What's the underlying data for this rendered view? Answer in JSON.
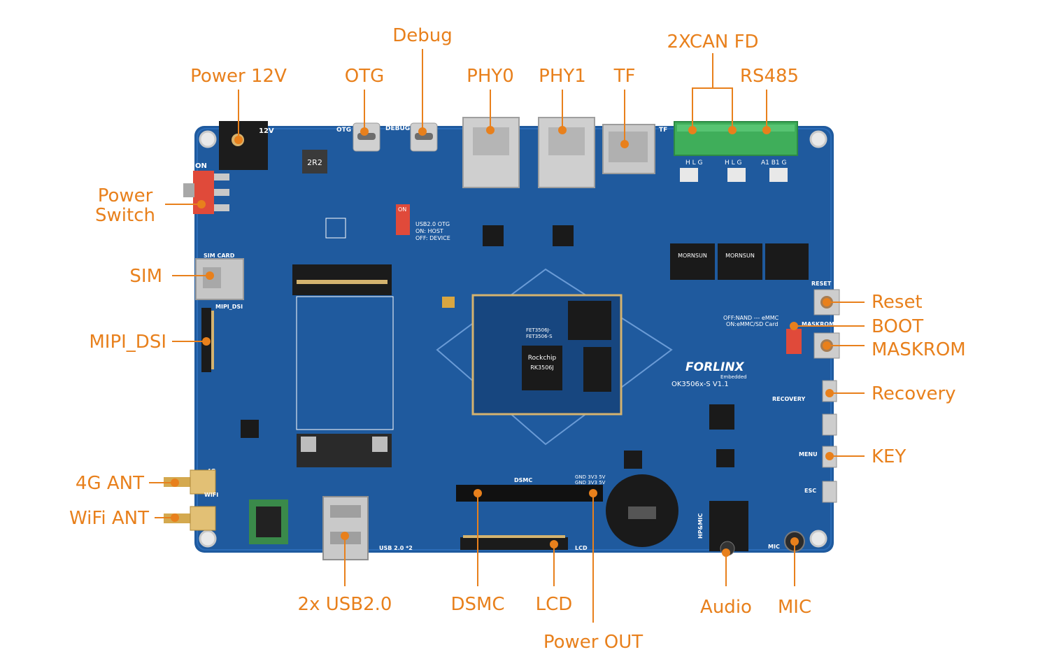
{
  "colors": {
    "label": "#e8801c",
    "board": "#1f5a9e",
    "board_dark": "#143f74",
    "connector_green": "#3fae5a",
    "chip": "#1a1a1a"
  },
  "labels": {
    "power12v": "Power 12V",
    "debug": "Debug",
    "otg": "OTG",
    "phy0": "PHY0",
    "phy1": "PHY1",
    "tf": "TF",
    "can": "2XCAN FD",
    "rs485": "RS485",
    "power_switch_1": "Power",
    "power_switch_2": "Switch",
    "sim": "SIM",
    "mipi_dsi": "MIPI_DSI",
    "ant_4g": "4G ANT",
    "ant_wifi": "WiFi ANT",
    "usb": "2x USB2.0",
    "dsmc": "DSMC",
    "lcd": "LCD",
    "power_out": "Power OUT",
    "audio": "Audio",
    "mic": "MIC",
    "reset": "Reset",
    "boot": "BOOT",
    "maskrom": "MASKROM",
    "recovery": "Recovery",
    "key": "KEY"
  },
  "silkscreen": {
    "v12": "12V",
    "otg": "OTG",
    "debug": "DEBUG",
    "on": "ON",
    "sim_card": "SIM CARD",
    "mipi_dsi": "MIPI_DSI",
    "usb_otg_line1": "USB2.0  OTG",
    "usb_otg_line2": "ON: HOST",
    "usb_otg_line3": "OFF: DEVICE",
    "reset": "RESET",
    "boot_line1": "OFF:NAND --- eMMC",
    "boot_line2": "ON:eMMC/SD Card",
    "maskrom": "MASKROM",
    "recovery": "RECOVERY",
    "menu": "MENU",
    "esc": "ESC",
    "brand": "FORLINX",
    "brand_sub": "Embedded",
    "model": "OK3506x-S  V1.1",
    "dsmc": "DSMC",
    "lcd": "LCD",
    "usb2": "USB 2.0 *2",
    "power_pins_1": "GND 3V3 5V",
    "power_pins_2": "GND 3V3 5V",
    "hp_mic": "HP&MIC",
    "mic": "MIC",
    "g4": "4G",
    "wifi": "WIFI",
    "tf": "TF",
    "inductor": "2R2",
    "som_chip": "Rockchip",
    "som_chip_model": "RK3506J",
    "som_part_1": "FET3506J-",
    "som_part_2": "FET3506-S",
    "mornsun": "MORNSUN",
    "can_pins_1": "H L G",
    "can_pins_2": "H L G",
    "can_pins_3": "A1 B1 G",
    "boot_switch": "ON"
  }
}
